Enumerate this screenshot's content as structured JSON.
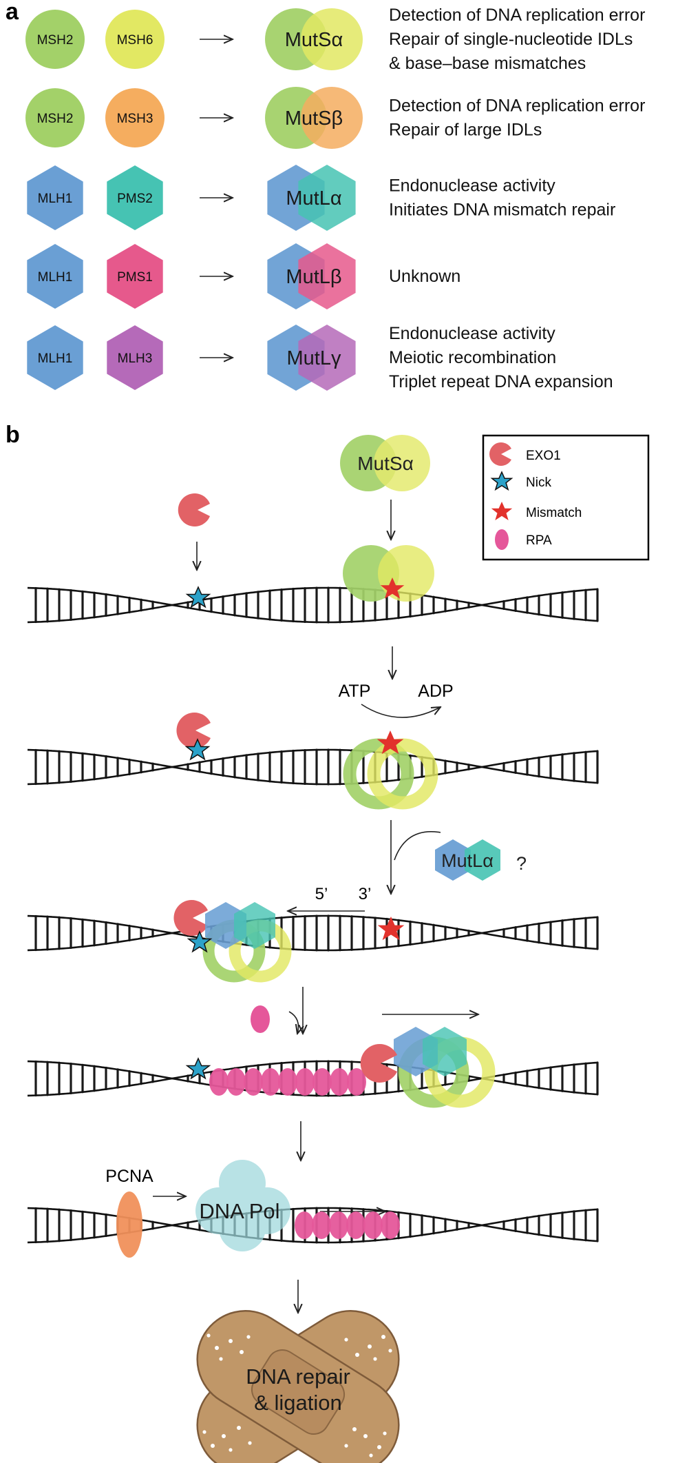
{
  "panel_a": {
    "label": "a",
    "rows": [
      {
        "p1": "MSH2",
        "p2": "MSH6",
        "complex": "MutSα",
        "desc": [
          "Detection of DNA replication error",
          "Repair of single-nucleotide IDLs",
          "& base–base mismatches"
        ]
      },
      {
        "p1": "MSH2",
        "p2": "MSH3",
        "complex": "MutSβ",
        "desc": [
          "Detection of DNA replication error",
          "Repair of large IDLs"
        ]
      },
      {
        "p1": "MLH1",
        "p2": "PMS2",
        "complex": "MutLα",
        "desc": [
          "Endonuclease activity",
          "Initiates DNA mismatch repair"
        ]
      },
      {
        "p1": "MLH1",
        "p2": "PMS1",
        "complex": "MutLβ",
        "desc": [
          "Unknown"
        ]
      },
      {
        "p1": "MLH1",
        "p2": "MLH3",
        "complex": "MutLγ",
        "desc": [
          "Endonuclease activity",
          "Meiotic recombination",
          "Triplet repeat DNA expansion"
        ]
      }
    ]
  },
  "panel_b": {
    "label": "b",
    "legend": {
      "exo1": "EXO1",
      "nick": "Nick",
      "mismatch": "Mismatch",
      "rpa": "RPA"
    },
    "mutsa": "MutSα",
    "atp": "ATP",
    "adp": "ADP",
    "mutla": "MutLα",
    "question": "?",
    "five_prime": "5’",
    "three_prime": "3’",
    "pcna": "PCNA",
    "dna_pol": "DNA Pol",
    "repair_line1": "DNA repair",
    "repair_line2": "& ligation"
  },
  "colors": {
    "msh2": "#a3d169",
    "msh6": "#e2e863",
    "msh3": "#f5ad5f",
    "mlh1": "#6a9fd4",
    "pms2": "#46c3b3",
    "pms1": "#e6598c",
    "mlh3": "#b56ab9",
    "exo1": "#e26266",
    "nick": "#2ca2c9",
    "mismatch": "#e2322c",
    "rpa": "#e5579a",
    "pcna": "#f0905b",
    "dna_pol": "#9dd7dc",
    "bandage": "#c09768"
  }
}
